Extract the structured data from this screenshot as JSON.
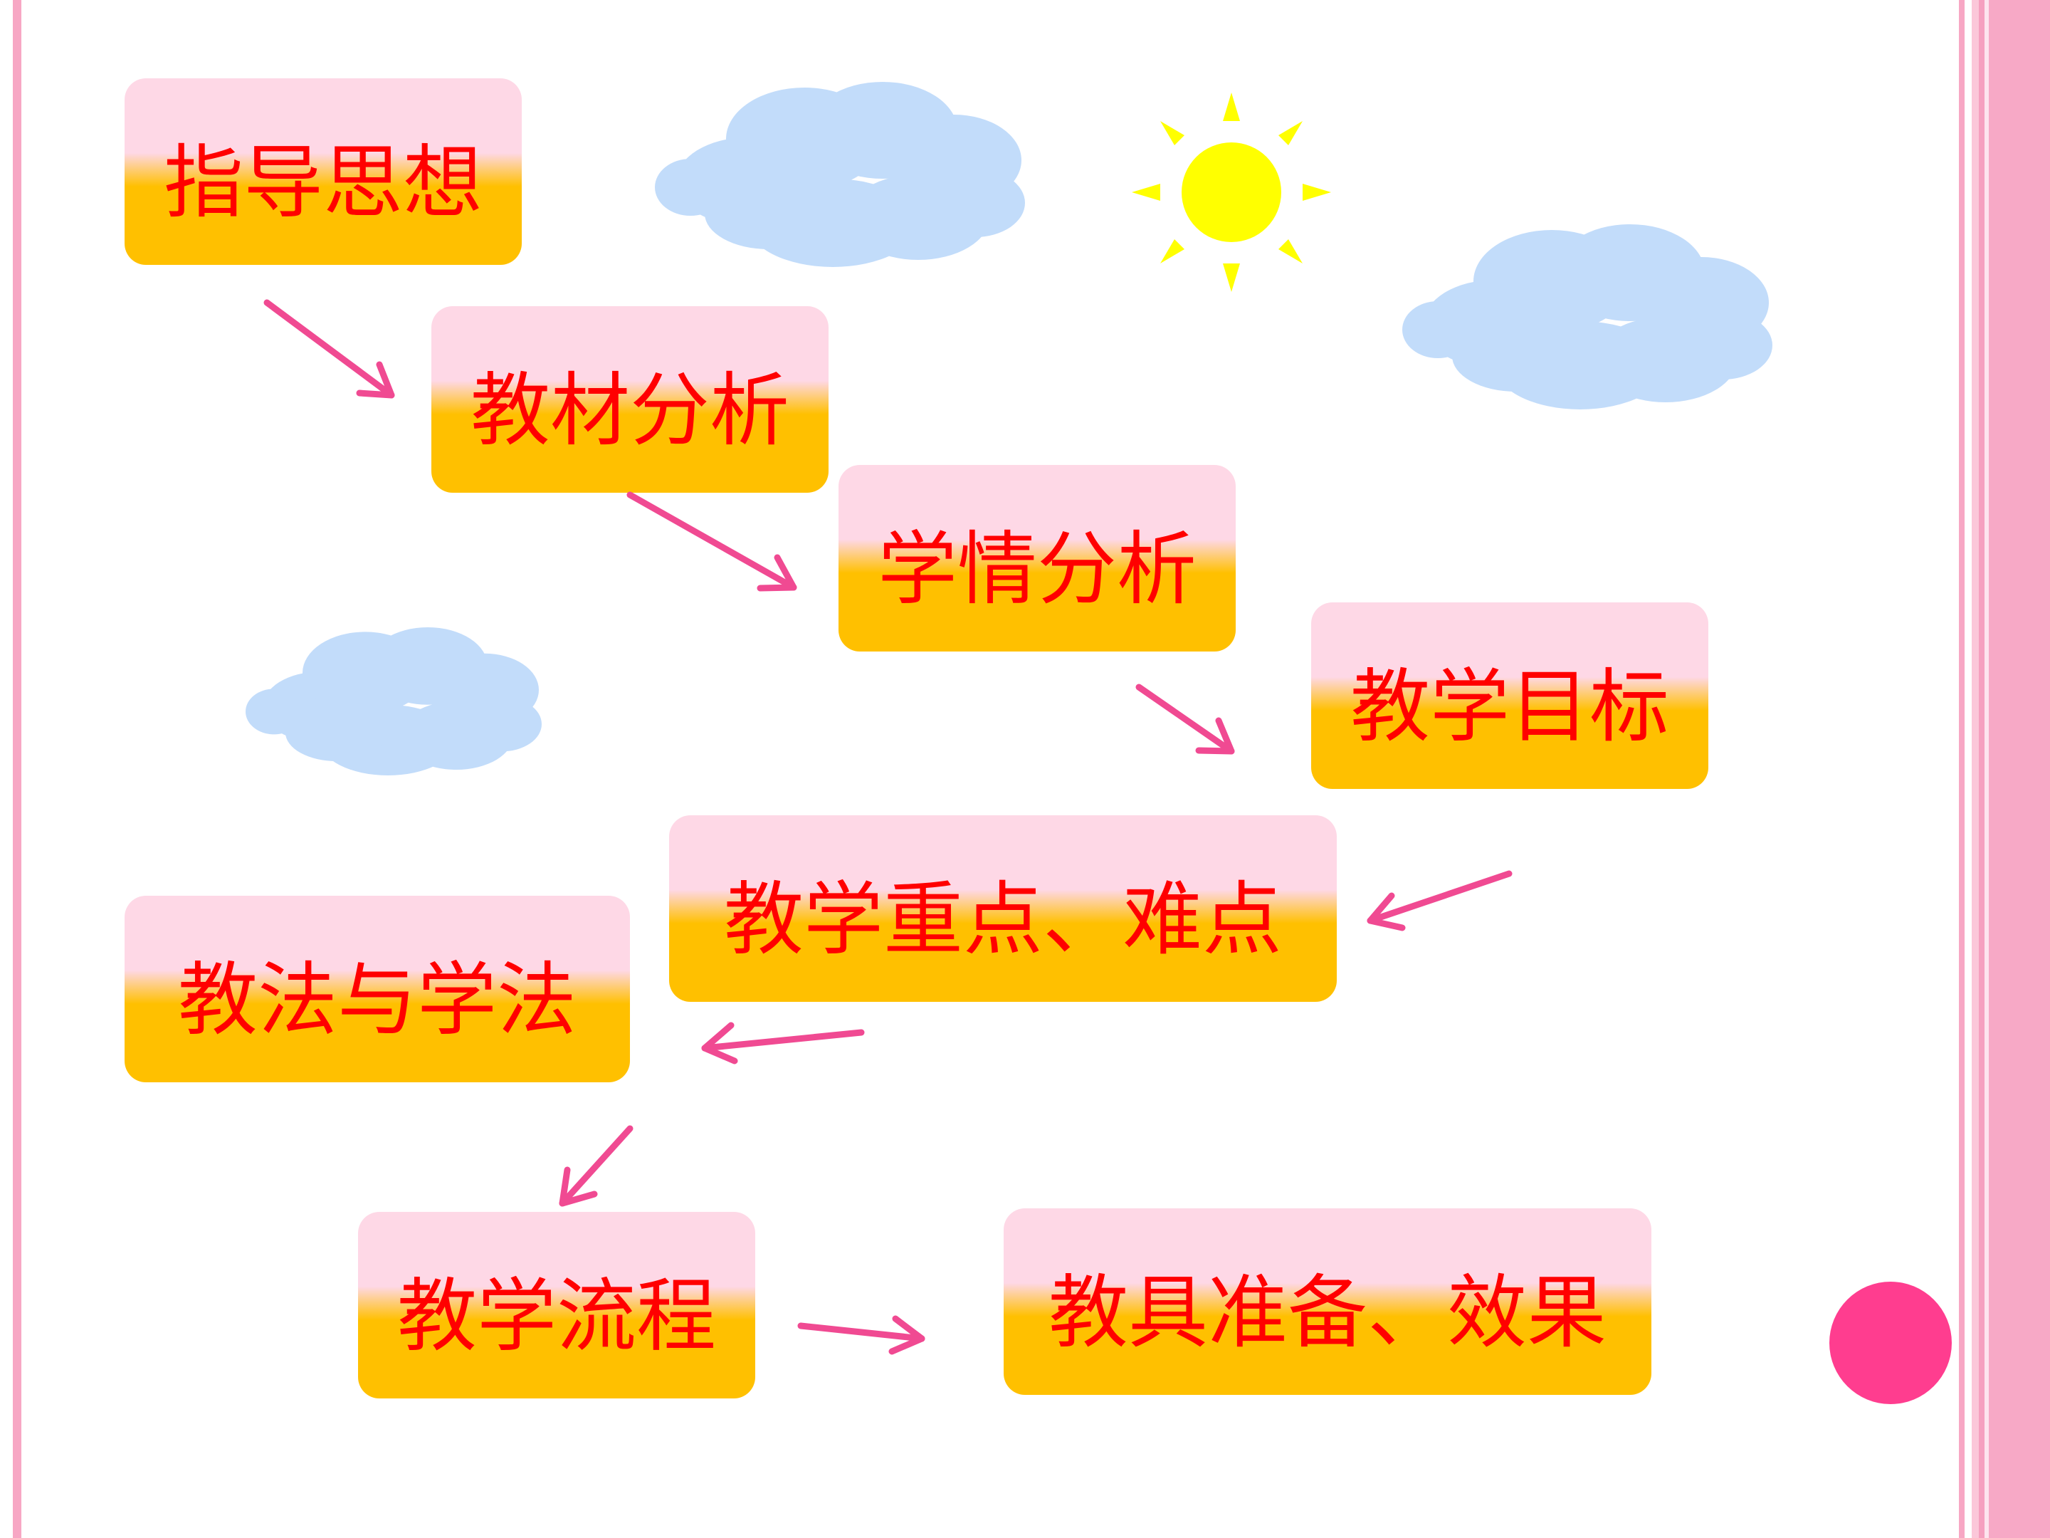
{
  "diagram": {
    "steps": [
      {
        "id": "b1",
        "label": "指导思想"
      },
      {
        "id": "b2",
        "label": "教材分析"
      },
      {
        "id": "b3",
        "label": "学情分析"
      },
      {
        "id": "b4",
        "label": "教学目标"
      },
      {
        "id": "b5",
        "label": "教学重点、难点"
      },
      {
        "id": "b6",
        "label": "教法与学法"
      },
      {
        "id": "b7",
        "label": "教学流程"
      },
      {
        "id": "b8",
        "label": "教具准备、效果"
      }
    ],
    "colors": {
      "box_top": "#fed8e6",
      "box_bottom": "#ffc000",
      "label_text": "#ff0000",
      "arrow": "#f04a92",
      "cloud": "#c2dcfa",
      "sun": "#ffff00",
      "dot": "#ff3d8f",
      "frame": "#f7a7c4"
    },
    "decorations": [
      "cloud",
      "cloud",
      "cloud",
      "sun-icon",
      "circle"
    ]
  }
}
